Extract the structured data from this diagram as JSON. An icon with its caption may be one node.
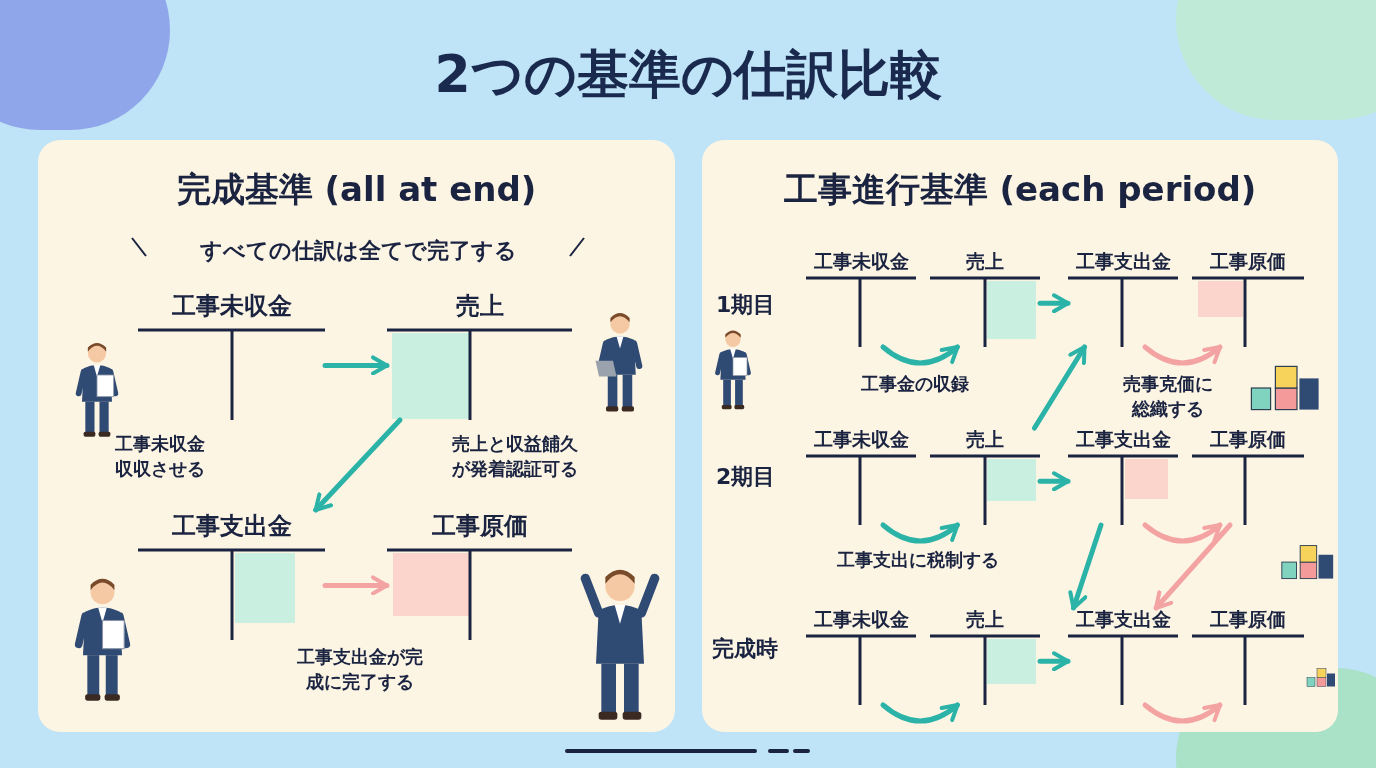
{
  "diagram": {
    "title": "2つの基準の仕訳比較",
    "nodes": [
      {
        "text": [
          "完成基準 (all at end)",
          "すべての仕訳は全てで完了する"
        ]
      },
      {
        "text": [
          "工事未収金"
        ],
        "in": 0
      },
      {
        "text": [
          "売上"
        ],
        "in": 0
      },
      {
        "text": [
          "工事支出金"
        ],
        "in": 0
      },
      {
        "text": [
          "工事原価"
        ],
        "in": 0
      },
      {
        "text": [
          "工事進行基準 (each period)"
        ]
      },
      {
        "text": [
          "工事未収金"
        ],
        "in": 5
      },
      {
        "text": [
          "売上"
        ],
        "in": 5
      },
      {
        "text": [
          "工事支出金"
        ],
        "in": 5
      },
      {
        "text": [
          "工事原価"
        ],
        "in": 5
      },
      {
        "text": [
          "工事未収金"
        ],
        "in": 5
      },
      {
        "text": [
          "売上"
        ],
        "in": 5
      },
      {
        "text": [
          "工事支出金"
        ],
        "in": 5
      },
      {
        "text": [
          "工事原価"
        ],
        "in": 5
      },
      {
        "text": [
          "工事未収金"
        ],
        "in": 5
      },
      {
        "text": [
          "売上"
        ],
        "in": 5
      },
      {
        "text": [
          "工事支出金"
        ],
        "in": 5
      },
      {
        "text": [
          "工事原価"
        ],
        "in": 5
      }
    ],
    "edges": [
      {
        "from": 1,
        "to": 2,
        "arrow": "to"
      },
      {
        "from": 2,
        "to": 3,
        "arrow": "to"
      },
      {
        "from": 3,
        "to": 4,
        "arrow": "to",
        "color": "#f4a3a3"
      },
      {
        "from": 6,
        "to": 7,
        "arrow": "to"
      },
      {
        "from": 7,
        "to": 8,
        "arrow": "to"
      },
      {
        "from": 8,
        "to": 9,
        "arrow": "to",
        "color": "#f4a3a3"
      },
      {
        "from": 10,
        "to": 11,
        "arrow": "to"
      },
      {
        "from": 11,
        "to": 12,
        "arrow": "to"
      },
      {
        "from": 12,
        "to": 13,
        "arrow": "to",
        "color": "#f4a3a3"
      },
      {
        "from": 14,
        "to": 15,
        "arrow": "to"
      },
      {
        "from": 15,
        "to": 16,
        "arrow": "to"
      },
      {
        "from": 16,
        "to": 17,
        "arrow": "to",
        "color": "#f4a3a3"
      },
      {
        "from": 11,
        "to": 8,
        "arrow": "to"
      },
      {
        "from": 12,
        "to": 16,
        "arrow": "to"
      },
      {
        "from": 13,
        "to": 16,
        "arrow": "to",
        "color": "#f4a3a3"
      }
    ],
    "labels": [
      "工事未収金収収させる",
      "売上と収益餔久が発着認証可る",
      "工事支出金が完成に完了する",
      "1期目",
      "工事金の収録",
      "売事克価に総織する",
      "2期目",
      "工事支出に税制する",
      "完成時"
    ]
  }
}
